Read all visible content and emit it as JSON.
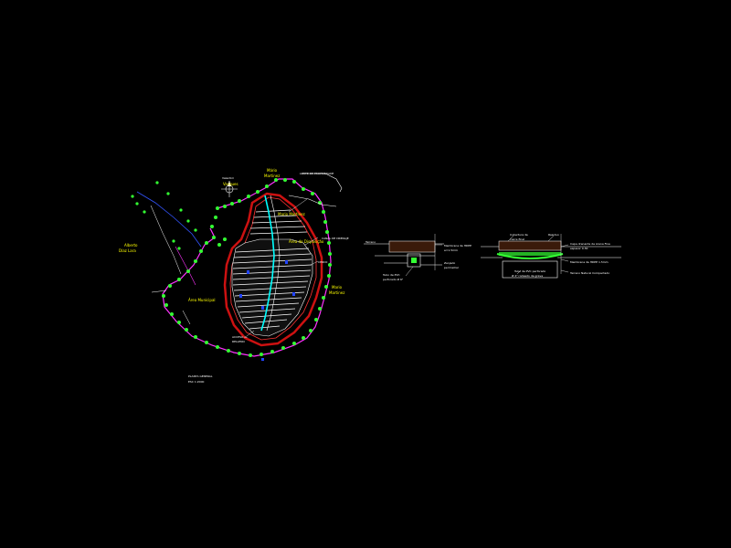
{
  "colors": {
    "background": "#000000",
    "boundary": "#ff33ff",
    "vegetation": "#33ff33",
    "embankment": "#cc1111",
    "terraces": "#ffffff",
    "drain": "#00ffff",
    "labels": "#ffff00",
    "annotation": "#ffffff",
    "soil": "#3a1a0a"
  },
  "plan": {
    "labels": {
      "north_left": "Valentim",
      "north_right": "Vasques",
      "top_owner_1": "Mário",
      "top_owner_2": "Martinez",
      "top_annot_1": "LIMITE DE PROPRIEDADE",
      "left_owner_1": "Alberto",
      "left_owner_2": "Díaz Lara",
      "area_label": "Área Municipal",
      "inner_label_1": "Mario Martinez",
      "inner_label_2": "Área de Disposição",
      "right_owner_1": "Mario",
      "right_owner_2": "Martinez",
      "bottom_annot_1": "ACCESO AL",
      "bottom_annot_2": "RELLENO",
      "right_annot_1": "CANAL DE DRENAJE",
      "right_annot_2": "CERCO",
      "footer_1": "PLANTA GENERAL",
      "footer_2": "ESC 1:2000"
    }
  },
  "section1": {
    "labels": {
      "left_top": "Terreno",
      "mid_top_1": "Membrana de HDPE",
      "mid_top_2": "e=1.5mm",
      "mid_bot_1": "Zanjado",
      "mid_bot_2": "perimetral",
      "bot_left_1": "Tubo de PVC",
      "bot_left_2": "perforado Ø 6\""
    }
  },
  "section2": {
    "labels": {
      "top_left_1": "Cobertura de",
      "top_left_2": "cierre final",
      "top_right": "Residuo",
      "right_1": "Capa drenante de Arena Fina",
      "right_2": "espesor 0.30",
      "right_3": "Membrana de HDPE 1.5mm",
      "right_4": "Terreno Natural Compactado",
      "bottom_1": "Tubo de PVC perforado",
      "bottom_2": "Ø 4\" rodeado de grava"
    }
  }
}
